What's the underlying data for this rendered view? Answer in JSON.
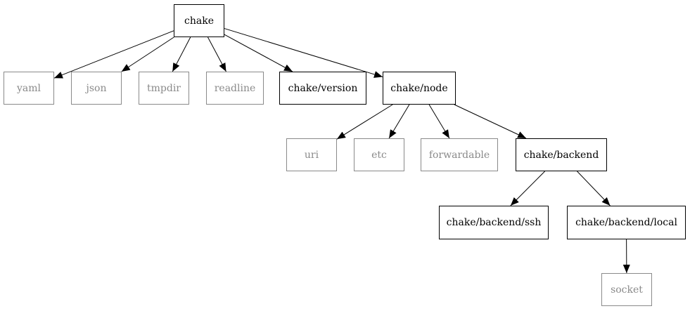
{
  "graph": {
    "colors": {
      "internal": "#000000",
      "external": "#8a8a8a",
      "edge": "#000000"
    },
    "nodes": {
      "chake": "chake",
      "yaml": "yaml",
      "json": "json",
      "tmpdir": "tmpdir",
      "readline": "readline",
      "version": "chake/version",
      "node": "chake/node",
      "uri": "uri",
      "etc": "etc",
      "forwardable": "forwardable",
      "backend": "chake/backend",
      "backend_ssh": "chake/backend/ssh",
      "backend_local": "chake/backend/local",
      "socket": "socket"
    },
    "edges": [
      [
        "chake",
        "yaml"
      ],
      [
        "chake",
        "json"
      ],
      [
        "chake",
        "tmpdir"
      ],
      [
        "chake",
        "readline"
      ],
      [
        "chake",
        "version"
      ],
      [
        "chake",
        "node"
      ],
      [
        "node",
        "uri"
      ],
      [
        "node",
        "etc"
      ],
      [
        "node",
        "forwardable"
      ],
      [
        "node",
        "backend"
      ],
      [
        "backend",
        "backend_ssh"
      ],
      [
        "backend",
        "backend_local"
      ],
      [
        "backend_local",
        "socket"
      ]
    ]
  }
}
